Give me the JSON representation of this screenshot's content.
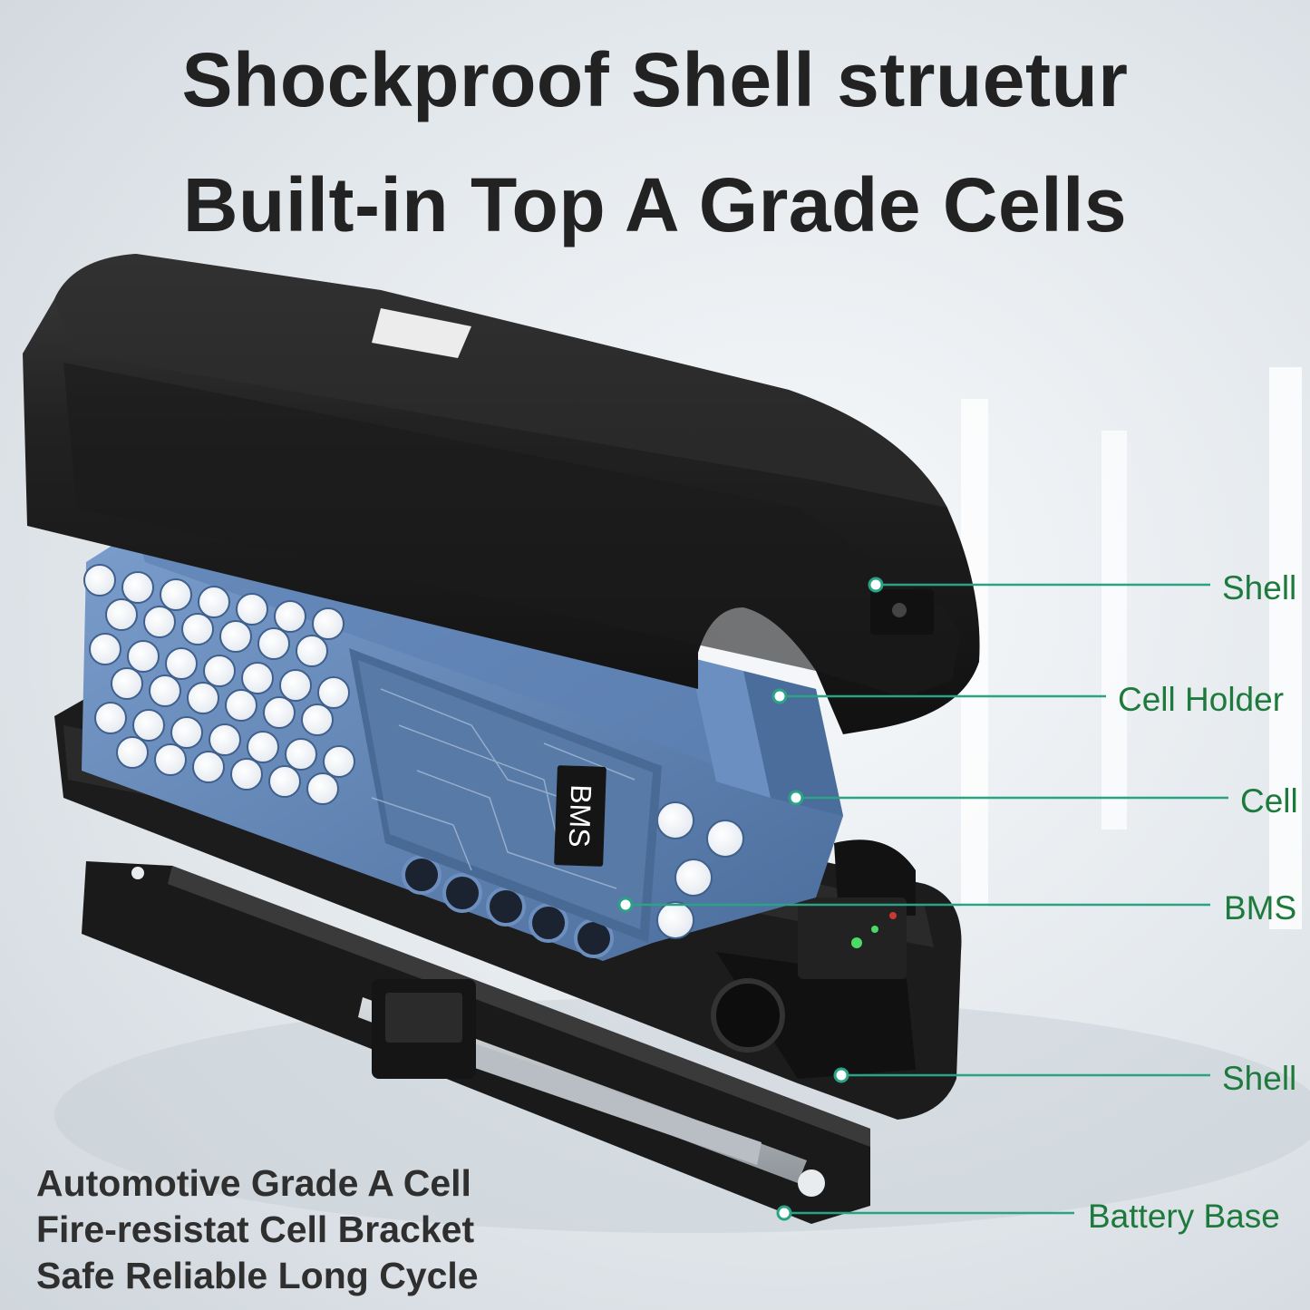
{
  "headline": {
    "line1": "Shockproof Shell struetur",
    "line2": "Built-in Top A Grade Cells"
  },
  "features": [
    "Automotive Grade A Cell",
    "Fire-resistat Cell Bracket",
    "Safe Reliable Long Cycle"
  ],
  "callouts": {
    "shell_top": "Shell",
    "cell_holder": "Cell Holder",
    "cell": "Cell",
    "bms": "BMS",
    "shell_bottom": "Shell",
    "battery_base": "Battery Base"
  },
  "bms_chip_label": "BMS",
  "colors": {
    "callout_text": "#1d7a3c",
    "callout_line": "#2aa384",
    "cell_holder_blue": "#5b7fb0",
    "shell_black": "#1b1b1b"
  }
}
